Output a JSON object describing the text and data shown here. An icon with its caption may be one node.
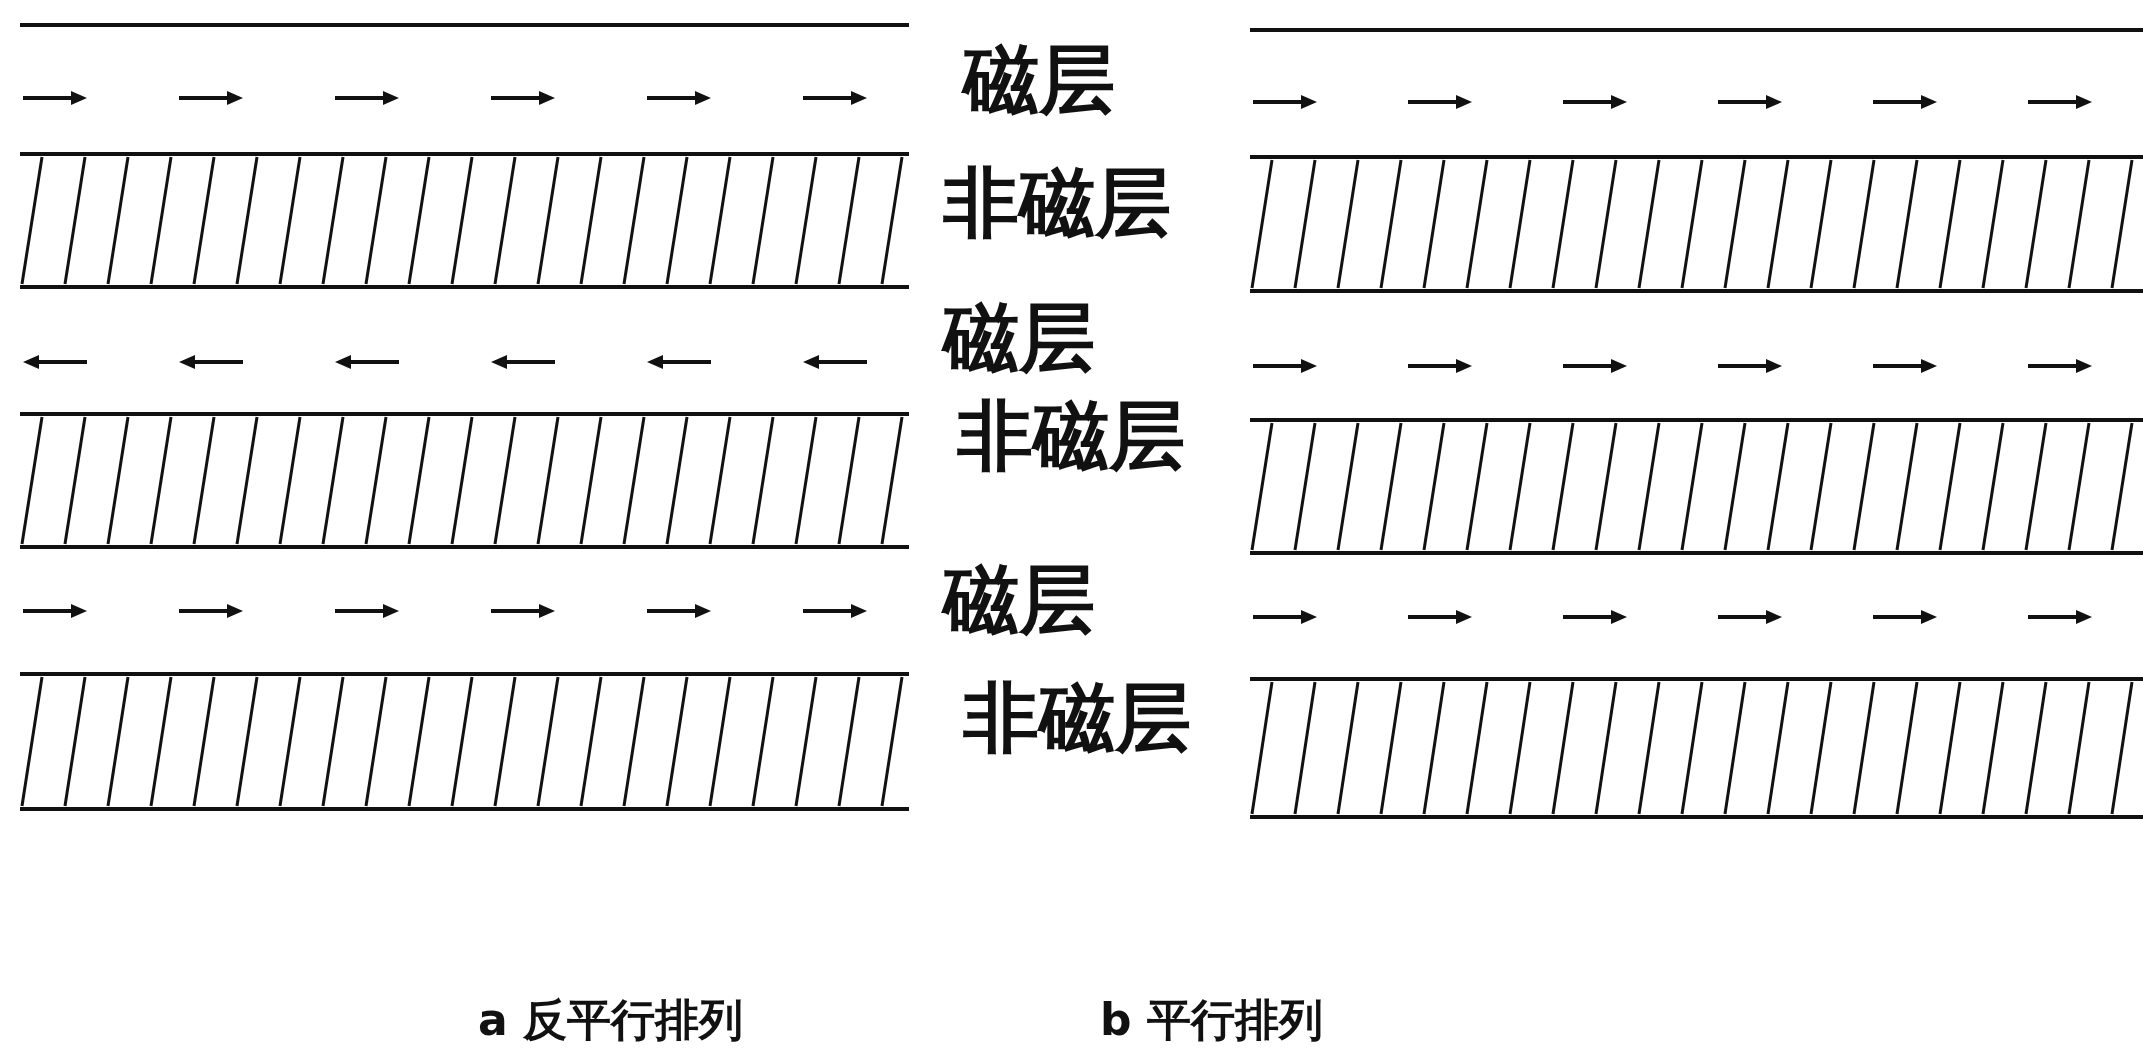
{
  "diagram": {
    "labels": [
      "磁层",
      "非磁层",
      "磁层",
      "非磁层",
      "磁层",
      "非磁层",
      "a 反平行排列",
      "b 平行排列"
    ]
  }
}
